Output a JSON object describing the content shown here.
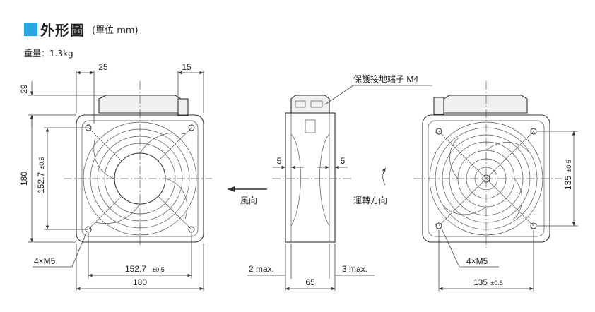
{
  "header": {
    "title": "外形圖",
    "unit": "(單位 mm)",
    "accent": "#29a7e1"
  },
  "weight": "重量：1.3kg",
  "front": {
    "top_left": "25",
    "top_right": "15",
    "left_top": "29",
    "height": "180",
    "inner_height": "152.7",
    "inner_tol": "±0.5",
    "holes": "4×M5",
    "bottom_inner": "152.7",
    "bottom_tol": "±0.5",
    "width": "180"
  },
  "side": {
    "earth_label": "保護接地端子 M4",
    "left_5": "5",
    "right_5": "5",
    "airflow": "風向",
    "left_max": "2 max.",
    "depth": "65",
    "right_max": "3 max."
  },
  "back": {
    "rotation": "運轉方向",
    "right_pitch": "135",
    "right_tol": "±0.5",
    "holes": "4×M5",
    "bottom_pitch": "135",
    "bottom_tol": "±0.5"
  }
}
